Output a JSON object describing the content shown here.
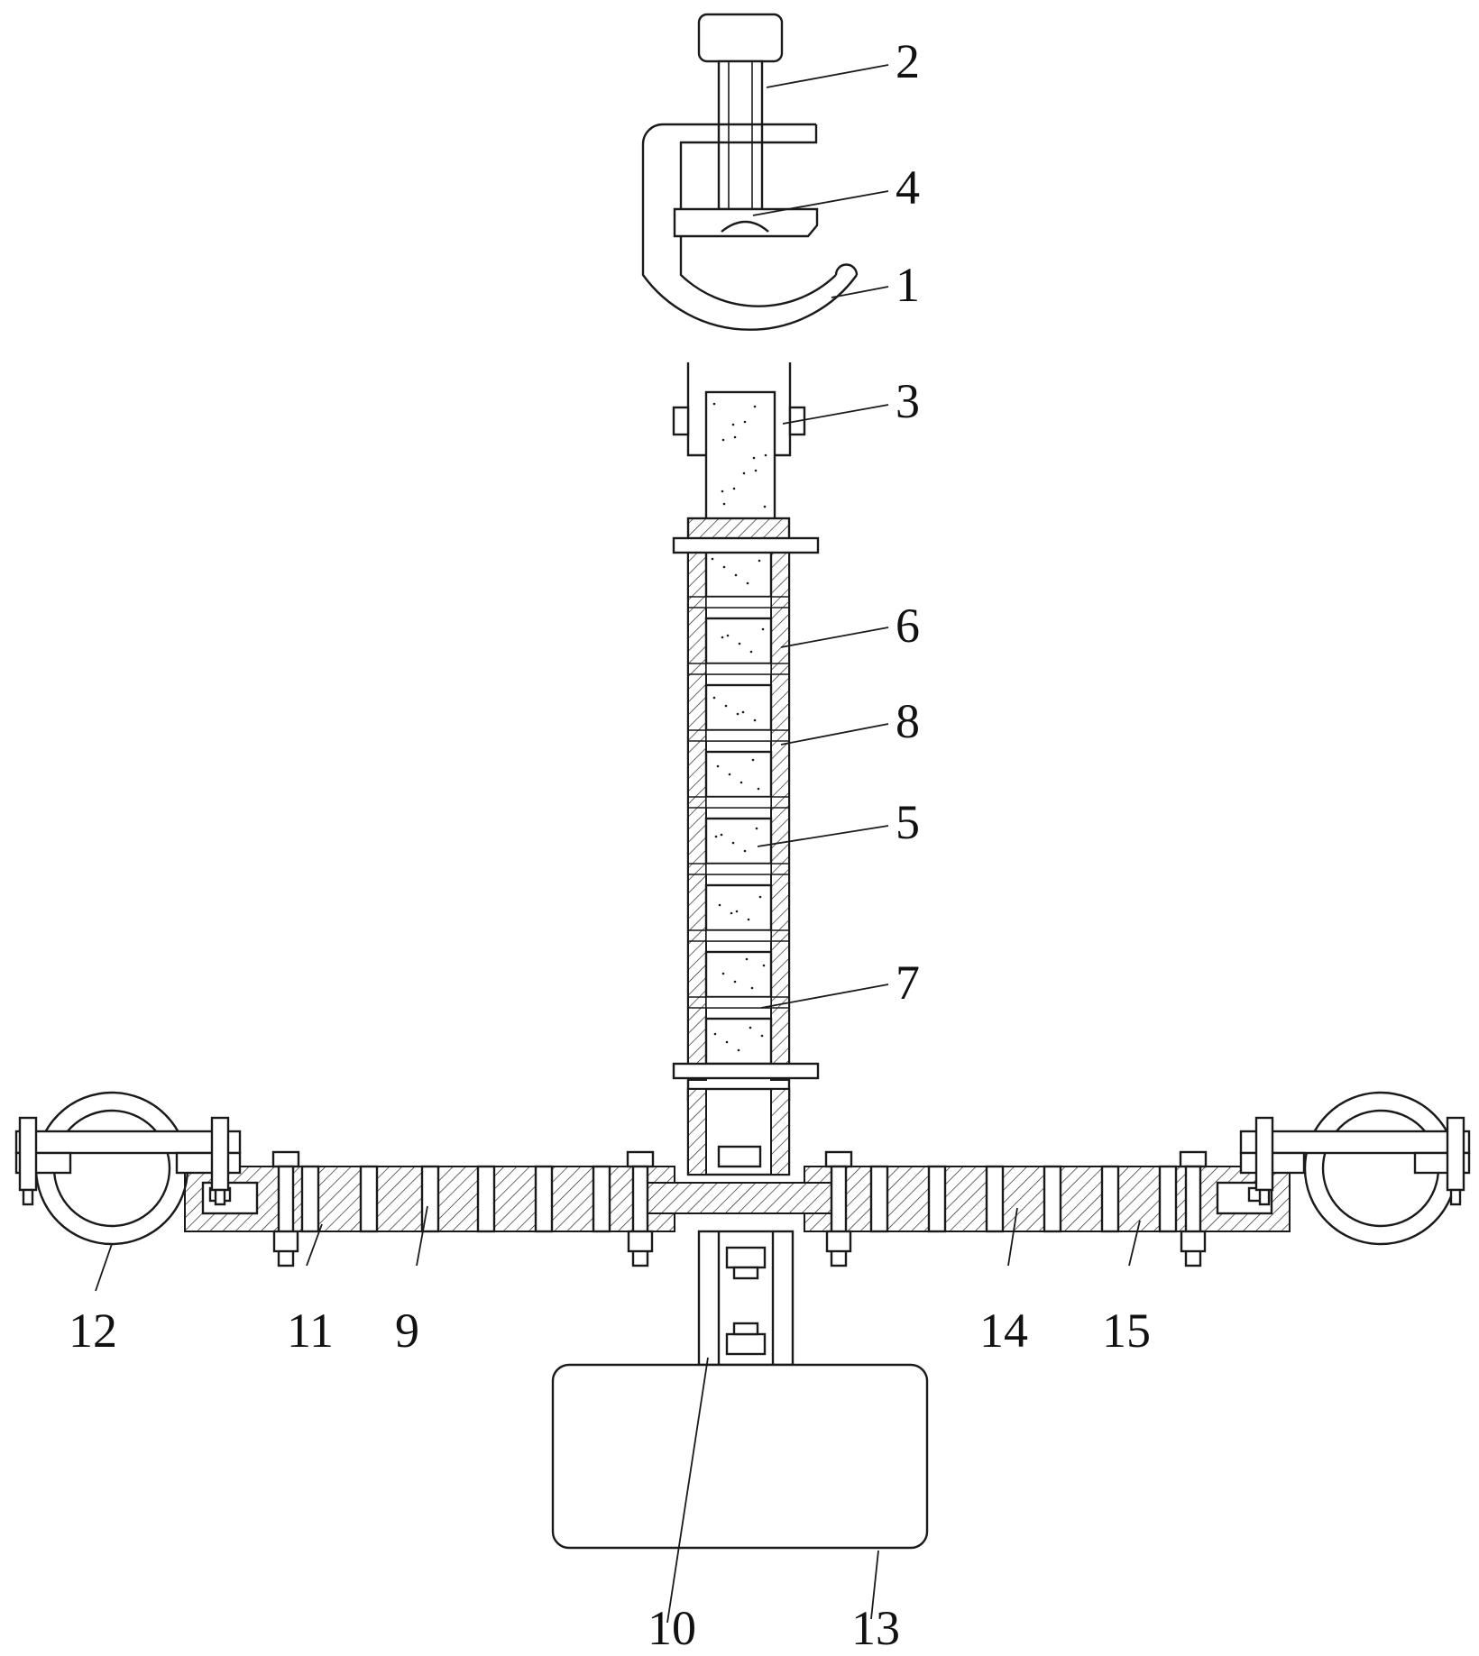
{
  "figure": {
    "labels": [
      {
        "id": "part-1",
        "text": "1"
      },
      {
        "id": "part-2",
        "text": "2"
      },
      {
        "id": "part-3",
        "text": "3"
      },
      {
        "id": "part-4",
        "text": "4"
      },
      {
        "id": "part-5",
        "text": "5"
      },
      {
        "id": "part-6",
        "text": "6"
      },
      {
        "id": "part-7",
        "text": "7"
      },
      {
        "id": "part-8",
        "text": "8"
      },
      {
        "id": "part-9",
        "text": "9"
      },
      {
        "id": "part-10",
        "text": "10"
      },
      {
        "id": "part-11",
        "text": "11"
      },
      {
        "id": "part-12",
        "text": "12"
      },
      {
        "id": "part-13",
        "text": "13"
      },
      {
        "id": "part-14",
        "text": "14"
      },
      {
        "id": "part-15",
        "text": "15"
      }
    ]
  }
}
